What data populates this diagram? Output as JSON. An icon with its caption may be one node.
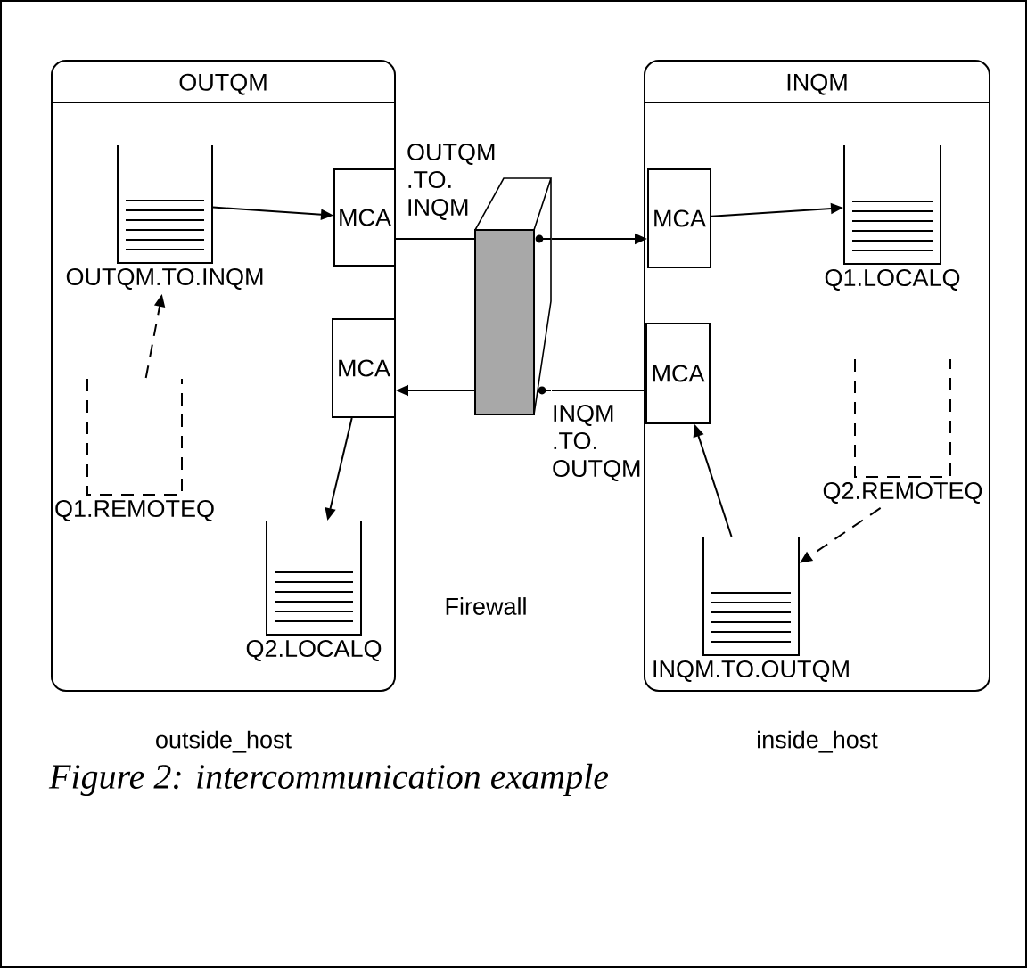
{
  "diagram": {
    "caption": "Figure 2: intercommunication example",
    "nodes": [
      {
        "text": [
          "OUTQM"
        ],
        "beside": [
          "outside_host"
        ]
      },
      {
        "text": [
          "INQM"
        ],
        "beside": [
          "inside_host"
        ]
      },
      {
        "text": [
          "OUTQM.TO.INQM"
        ],
        "in": 0
      },
      {
        "text": [
          "MCA"
        ],
        "in": 0
      },
      {
        "text": [
          "Q1.REMOTEQ"
        ],
        "in": 0
      },
      {
        "text": [
          "MCA"
        ],
        "in": 0
      },
      {
        "text": [
          "Q2.LOCALQ"
        ],
        "in": 0
      },
      {
        "text": [],
        "shape": "box"
      },
      {
        "text": [
          "MCA"
        ],
        "in": 1
      },
      {
        "text": [
          "Q1.LOCALQ"
        ],
        "in": 1
      },
      {
        "text": [
          "MCA"
        ],
        "in": 1
      },
      {
        "text": [
          "Q2.REMOTEQ"
        ],
        "in": 1
      },
      {
        "text": [
          "INQM.TO.OUTQM"
        ],
        "in": 1
      }
    ],
    "edges": [
      {
        "from": 2,
        "to": 3,
        "arrow": "to"
      },
      {
        "from": 4,
        "to": 2,
        "arrow": "to",
        "style": "dashed"
      },
      {
        "from": 5,
        "to": 6,
        "arrow": "to"
      },
      {
        "from": 3,
        "to": 7,
        "arrow": "none",
        "label": "OUTQM .TO. INQM"
      },
      {
        "from": 7,
        "to": 8,
        "arrow": "to"
      },
      {
        "from": 10,
        "to": 7,
        "arrow": "none",
        "label": "INQM .TO. OUTQM"
      },
      {
        "from": 7,
        "to": 5,
        "arrow": "to"
      },
      {
        "from": 8,
        "to": 9,
        "arrow": "to"
      },
      {
        "from": 11,
        "to": 12,
        "arrow": "to",
        "style": "dashed"
      },
      {
        "from": 12,
        "to": 10,
        "arrow": "to"
      }
    ],
    "labels": [
      "Firewall"
    ]
  }
}
